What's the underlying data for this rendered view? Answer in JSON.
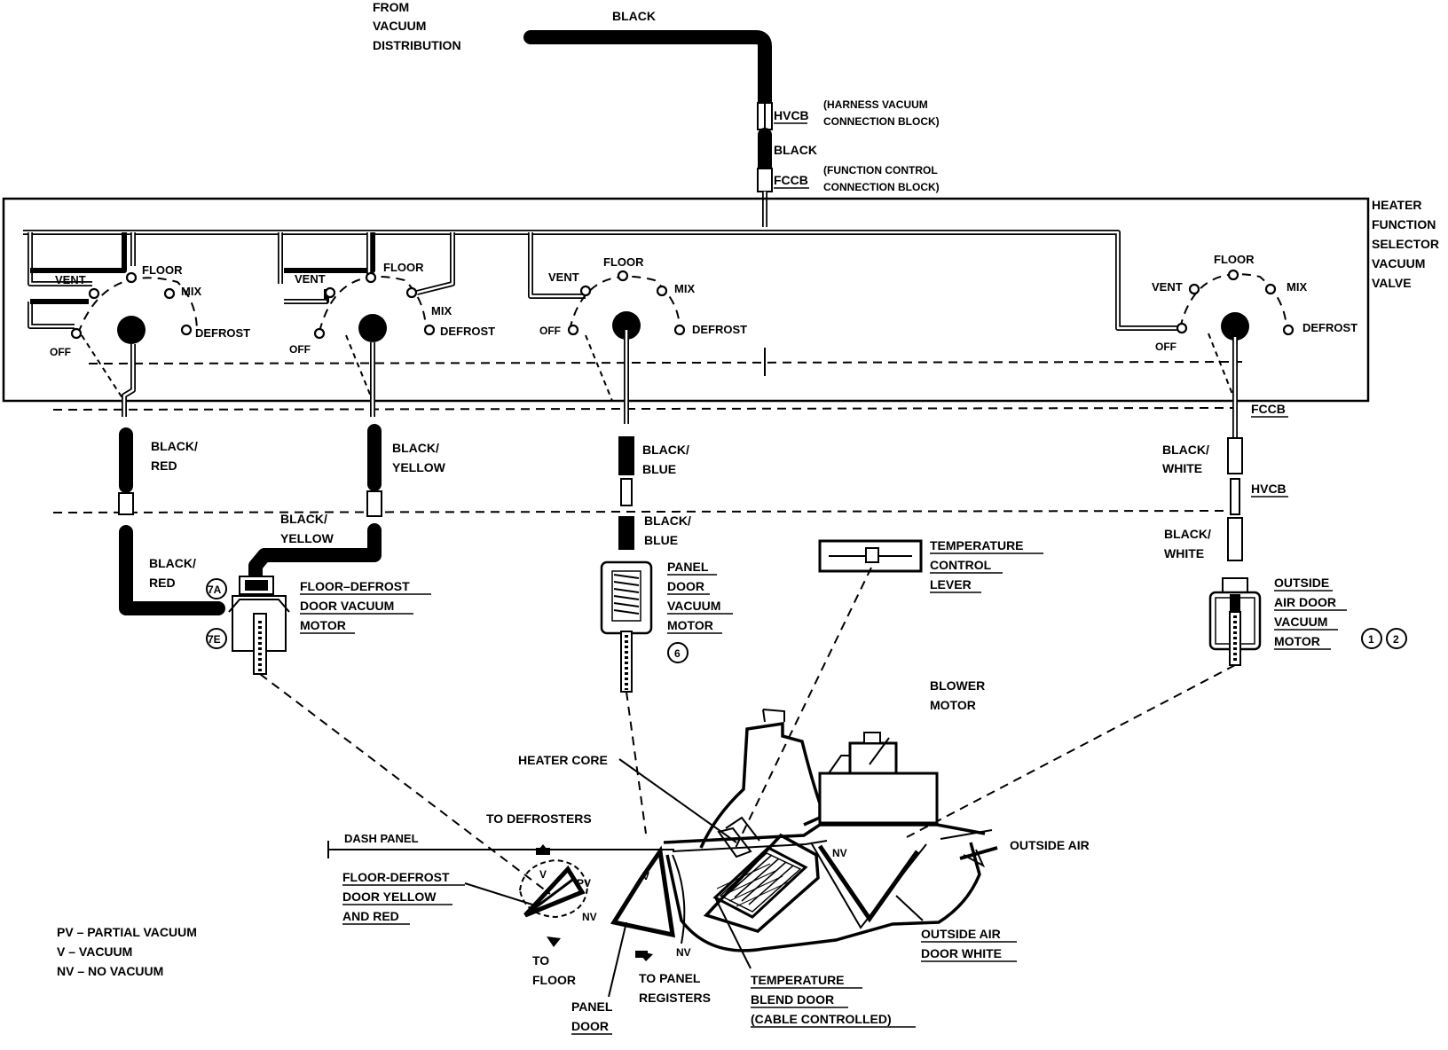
{
  "labels": {
    "from_vacuum_1": "FROM",
    "from_vacuum_2": "VACUUM",
    "from_vacuum_3": "DISTRIBUTION",
    "top_hose_color": "BLACK",
    "hvcb_top": "HVCB",
    "hvcb_top_desc_1": "(HARNESS VACUUM",
    "hvcb_top_desc_2": "CONNECTION BLOCK)",
    "mid_hose_color": "BLACK",
    "fccb_top": "FCCB",
    "fccb_top_desc_1": "(FUNCTION CONTROL",
    "fccb_top_desc_2": "CONNECTION BLOCK)",
    "valve_title_1": "HEATER",
    "valve_title_2": "FUNCTION",
    "valve_title_3": "SELECTOR",
    "valve_title_4": "VACUUM",
    "valve_title_5": "VALVE"
  },
  "selector_positions": {
    "vent": "VENT",
    "floor": "FLOOR",
    "mix": "MIX",
    "defrost": "DEFROST",
    "off": "OFF"
  },
  "hoses": {
    "black_red_upper_1": "BLACK/",
    "black_red_upper_2": "RED",
    "black_red_lower_1": "BLACK/",
    "black_red_lower_2": "RED",
    "black_yellow_upper_1": "BLACK/",
    "black_yellow_upper_2": "YELLOW",
    "black_yellow_lower_1": "BLACK/",
    "black_yellow_lower_2": "YELLOW",
    "black_blue_upper_1": "BLACK/",
    "black_blue_upper_2": "BLUE",
    "black_blue_lower_1": "BLACK/",
    "black_blue_lower_2": "BLUE",
    "black_white_upper_1": "BLACK/",
    "black_white_upper_2": "WHITE",
    "black_white_lower_1": "BLACK/",
    "black_white_lower_2": "WHITE",
    "fccb_right": "FCCB",
    "hvcb_right": "HVCB"
  },
  "motors": {
    "floor_defrost_1": "FLOOR–DEFROST",
    "floor_defrost_2": "DOOR VACUUM",
    "floor_defrost_3": "MOTOR",
    "floor_defrost_ref_a": "7A",
    "floor_defrost_ref_b": "7E",
    "panel_door_1": "PANEL",
    "panel_door_2": "DOOR",
    "panel_door_3": "VACUUM",
    "panel_door_4": "MOTOR",
    "panel_door_ref": "6",
    "outside_air_1": "OUTSIDE",
    "outside_air_2": "AIR DOOR",
    "outside_air_3": "VACUUM",
    "outside_air_4": "MOTOR",
    "outside_air_ref_a": "1",
    "outside_air_ref_b": "2"
  },
  "housing": {
    "temp_lever_1": "TEMPERATURE",
    "temp_lever_2": "CONTROL",
    "temp_lever_3": "LEVER",
    "blower_1": "BLOWER",
    "blower_2": "MOTOR",
    "heater_core": "HEATER CORE",
    "to_defrosters": "TO DEFROSTERS",
    "dash_panel": "DASH PANEL",
    "outside_air": "OUTSIDE AIR",
    "fd_door_1": "FLOOR-DEFROST",
    "fd_door_2": "DOOR YELLOW",
    "fd_door_3": "AND RED",
    "outside_door_1": "OUTSIDE AIR",
    "outside_door_2": "DOOR WHITE",
    "to_floor_1": "TO",
    "to_floor_2": "FLOOR",
    "panel_door_lbl_1": "PANEL",
    "panel_door_lbl_2": "DOOR",
    "to_panel_1": "TO PANEL",
    "to_panel_2": "REGISTERS",
    "temp_blend_1": "TEMPERATURE",
    "temp_blend_2": "BLEND DOOR",
    "temp_blend_3": "(CABLE CONTROLLED)",
    "v_mark_1": "V",
    "pv_mark": "PV",
    "nv_mark_1": "NV",
    "v_mark_2": "V",
    "nv_mark_2": "NV",
    "nv_mark_3": "NV"
  },
  "legend": {
    "pv": "PV – PARTIAL VACUUM",
    "v": "V – VACUUM",
    "nv": "NV – NO VACUUM"
  }
}
